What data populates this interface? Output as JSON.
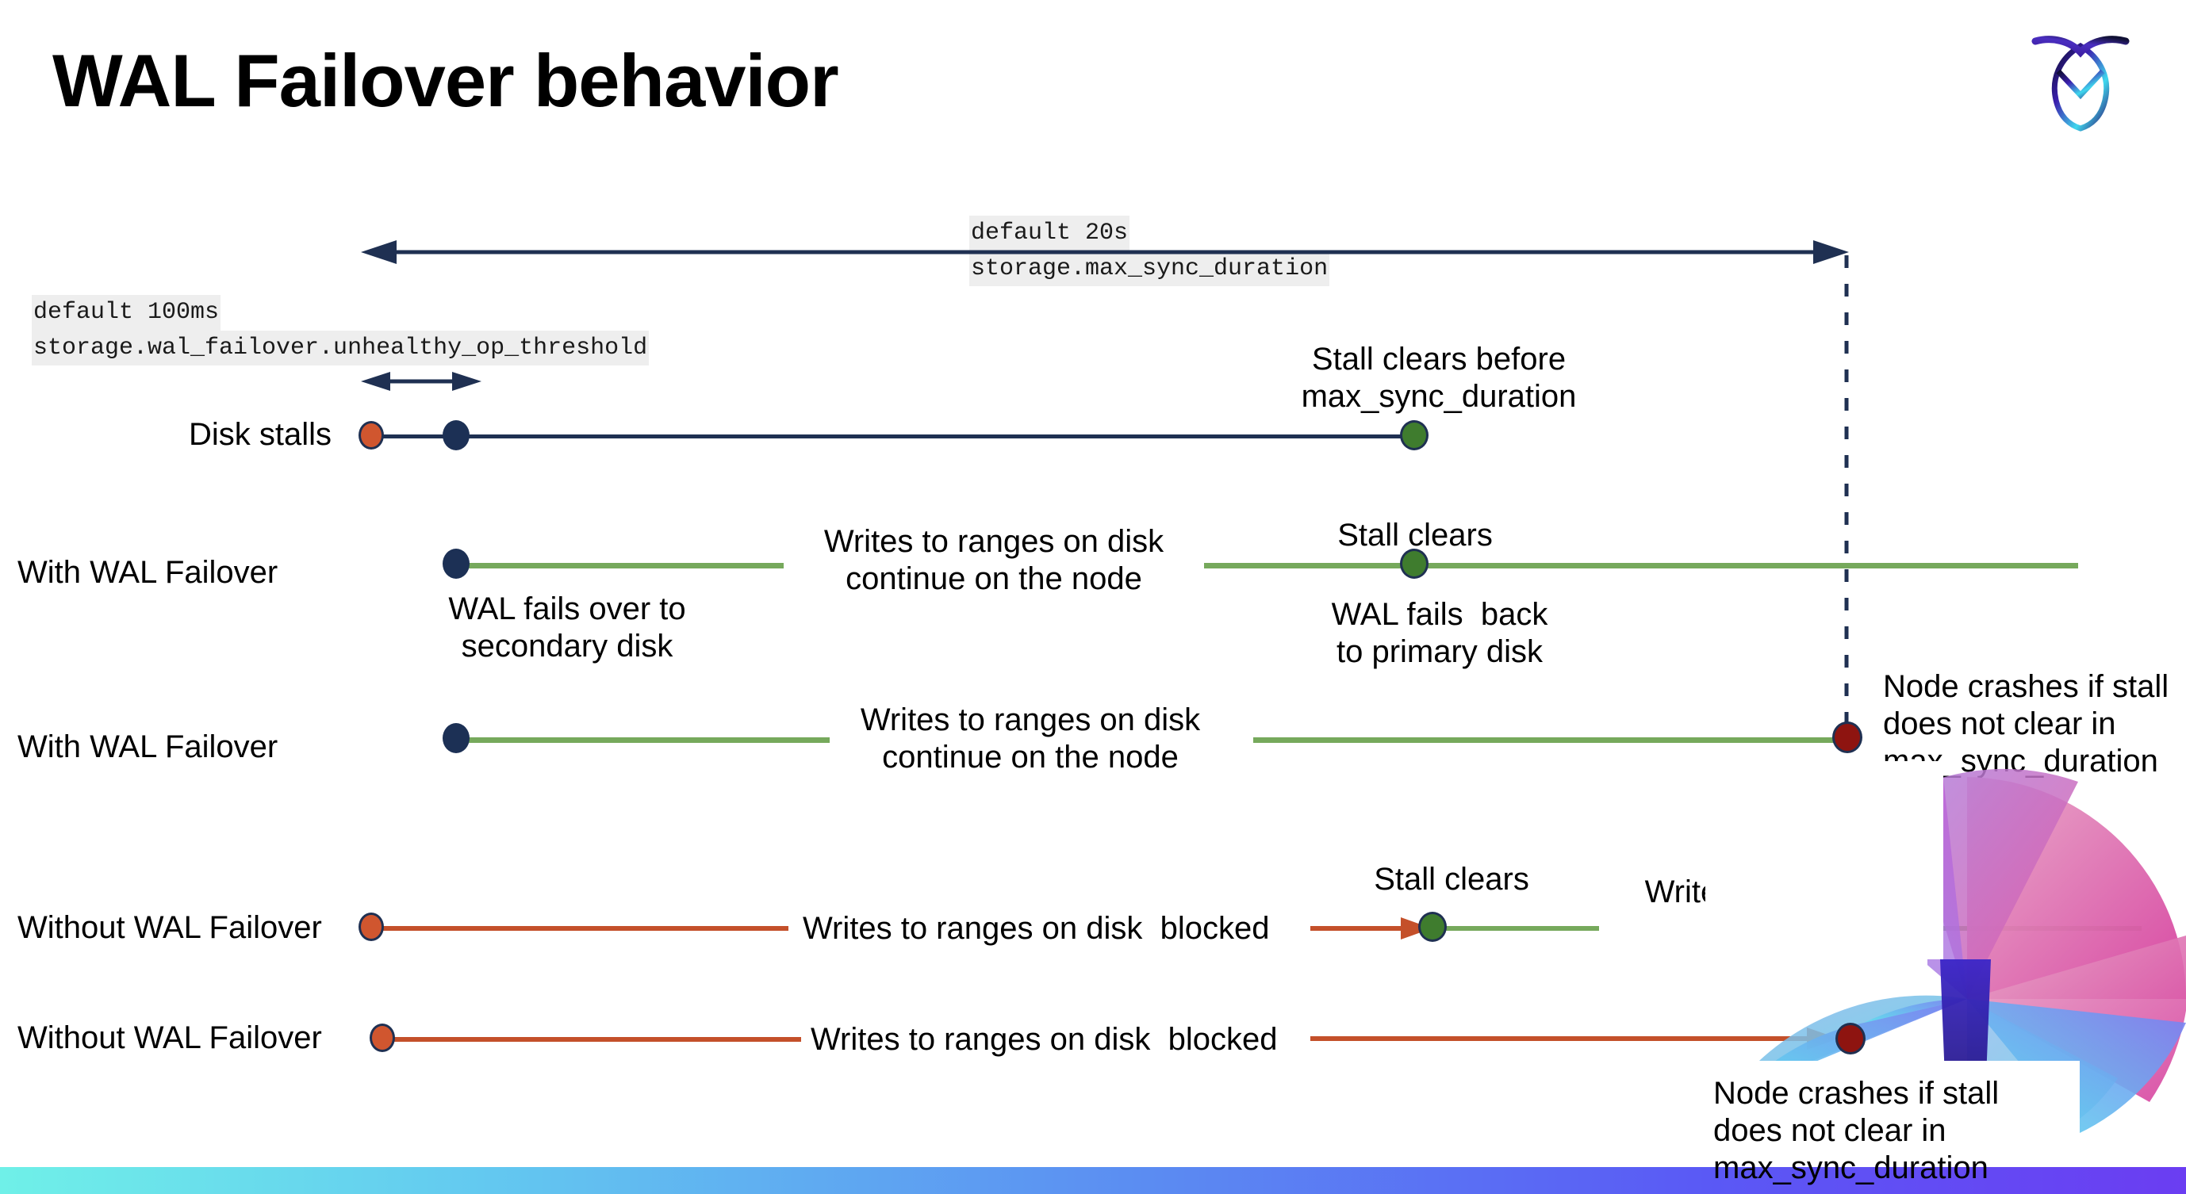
{
  "slide": {
    "title": "WAL Failover behavior",
    "logo_name": "cockroachdb-logo"
  },
  "callouts": {
    "max_sync": {
      "line1": "default 20s",
      "line2": "storage.max_sync_duration"
    },
    "unhealthy_threshold": {
      "line1": "default 100ms",
      "line2": "storage.wal_failover.unhealthy_op_threshold"
    }
  },
  "rows": [
    {
      "label": "Disk stalls",
      "annotations": [
        "Stall clears before\nmax_sync_duration"
      ]
    },
    {
      "label": "With WAL Failover",
      "annotations": [
        "Writes to ranges on disk\ncontinue on the node",
        "Stall clears",
        "WAL fails over to\nsecondary disk",
        "WAL fails  back\nto primary disk"
      ]
    },
    {
      "label": "With WAL Failover",
      "annotations": [
        "Writes to ranges on disk\ncontinue on the node",
        "Node crashes if stall\ndoes not clear in\nmax_sync_duration"
      ]
    },
    {
      "label": "Without WAL Failover",
      "annotations": [
        "Writes to ranges on disk  blocked",
        "Stall clears",
        "Writes resume on\nthe node"
      ]
    },
    {
      "label": "Without WAL Failover",
      "annotations": [
        "Writes to ranges on disk  blocked",
        "Node crashes if stall\ndoes not clear in\nmax_sync_duration"
      ]
    }
  ],
  "colors": {
    "navy": "#1f3052",
    "green_line": "#76a95c",
    "red_line": "#c4502a",
    "orange_dot": "#d0562f",
    "navy_dot": "#1c3055",
    "green_dot": "#3f7c2e",
    "dark_red_dot": "#8e1410",
    "code_bg": "#eeeeee"
  },
  "legend": {
    "orange_dot": "stall-start-marker",
    "navy_dot": "failover-trigger-marker",
    "green_dot": "stall-cleared-marker",
    "dark_red_dot": "node-crash-marker"
  }
}
